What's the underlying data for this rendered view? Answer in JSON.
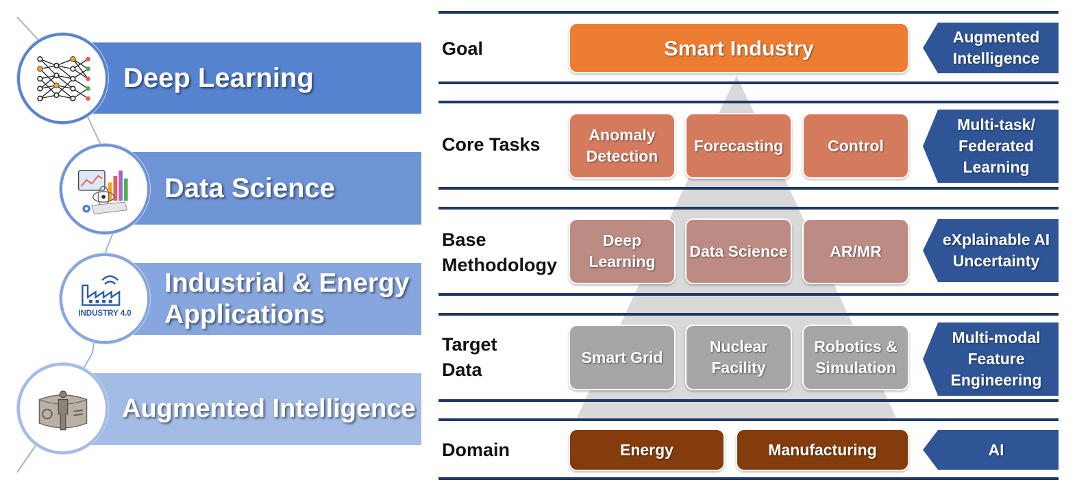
{
  "left_panel": {
    "items": [
      {
        "label": "Deep Learning",
        "icon": "neural-network-icon",
        "color": "#5683cf"
      },
      {
        "label": "Data Science",
        "icon": "data-science-icon",
        "color": "#6e94d6"
      },
      {
        "label": "Industrial & Energy Applications",
        "icon": "industry-4-icon",
        "icon_text": "INDUSTRY 4.0",
        "color": "#86a6dd"
      },
      {
        "label": "Augmented Intelligence",
        "icon": "augmented-human-icon",
        "color": "#a3bce6"
      }
    ]
  },
  "framework": {
    "rows": [
      {
        "label": "Goal",
        "boxes": [
          "Smart Industry"
        ],
        "tag": "Augmented Intelligence",
        "box_color": "#ed7d31"
      },
      {
        "label": "Core Tasks",
        "boxes": [
          "Anomaly Detection",
          "Forecasting",
          "Control"
        ],
        "tag": "Multi-task/ Federated Learning",
        "box_color": "#d47b5e"
      },
      {
        "label": "Base Methodology",
        "boxes": [
          "Deep Learning",
          "Data Science",
          "AR/MR"
        ],
        "tag": "eXplainable AI Uncertainty",
        "box_color": "#bc8c84"
      },
      {
        "label": "Target Data",
        "boxes": [
          "Smart Grid",
          "Nuclear Facility",
          "Robotics & Simulation"
        ],
        "tag": "Multi-modal Feature Engineering",
        "box_color": "#a6a6a6"
      },
      {
        "label": "Domain",
        "boxes": [
          "Energy",
          "Manufacturing"
        ],
        "tag": "AI",
        "box_color": "#843c0c"
      }
    ],
    "line_color": "#1f3864",
    "tag_color": "#2f5597",
    "pyramid_color": "#d9d9d9"
  }
}
